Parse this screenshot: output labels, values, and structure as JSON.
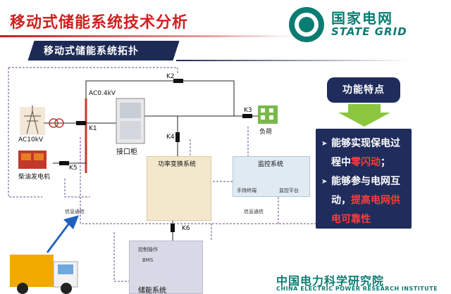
{
  "header": {
    "title": "移动式储能系统技术分析",
    "logo_cn": "国家电网",
    "logo_en": "STATE GRID",
    "subtitle": "移动式储能系统拓扑"
  },
  "diagram": {
    "voltage_label": "AC0.4kV",
    "grid_label": "AC10kV",
    "diesel_label": "柴油发电机",
    "cabinet_label": "接口柜",
    "load_label": "负荷",
    "pcs_label": "功率变换系统",
    "monitor_label": "监控系统",
    "handheld_label": "手持终端",
    "platform_label": "监控平台",
    "storage_label": "储能系统",
    "bms_label": "BMS",
    "control_label": "控制操作",
    "info_comm_left": "信息通信",
    "info_comm_right": "信息通信",
    "switches": [
      "K1",
      "K2",
      "K3",
      "K4",
      "K5",
      "K6"
    ]
  },
  "features": {
    "heading": "功能特点",
    "item1_prefix": "能够实现保电过程中",
    "item1_highlight": "零闪动",
    "item1_suffix": "；",
    "item2_prefix": "能够参与电网互动，",
    "item2_highlight": "提高电网供电可靠性"
  },
  "footer": {
    "org_cn": "中国电力科学研究院",
    "org_en": "CHINA ELECTRIC POWER RESEARCH INSTITUTE"
  },
  "colors": {
    "title_red": "#d11f1f",
    "grid_teal": "#0b7c72",
    "navy": "#1f2c5c",
    "arrow_green": "#8cc63f",
    "highlight_red": "#ff3b3b",
    "dashed_purple": "#6a4c93"
  }
}
